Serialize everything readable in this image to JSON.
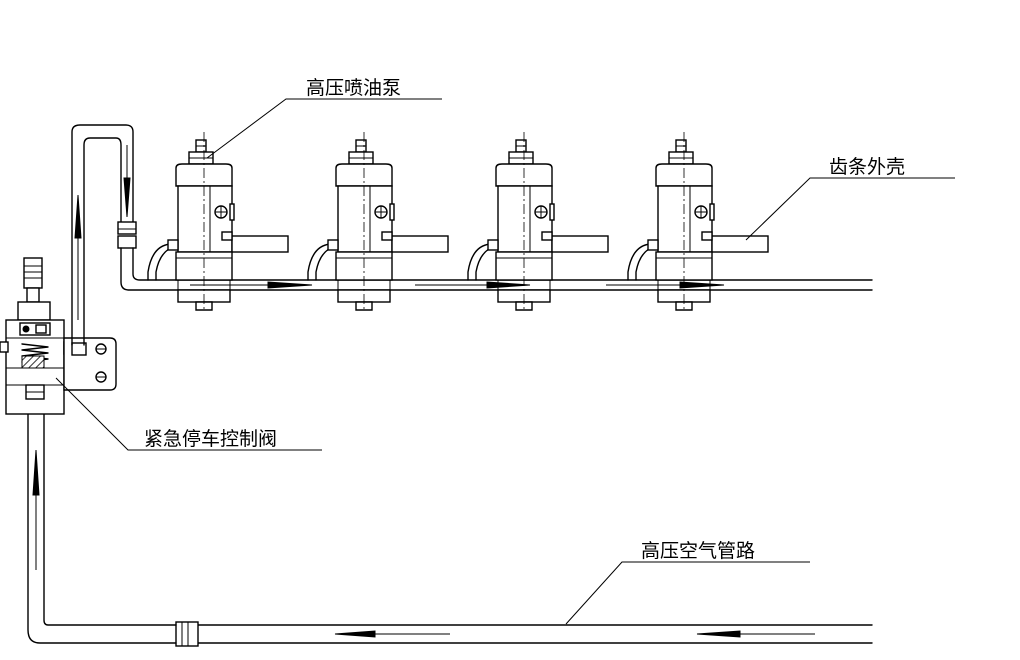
{
  "labels": {
    "injection_pump": "高压喷油泵",
    "rack_housing": "齿条外壳",
    "emergency_valve": "紧急停车控制阀",
    "air_pipe": "高压空气管路"
  },
  "colors": {
    "stroke": "#000000",
    "background": "#ffffff"
  }
}
